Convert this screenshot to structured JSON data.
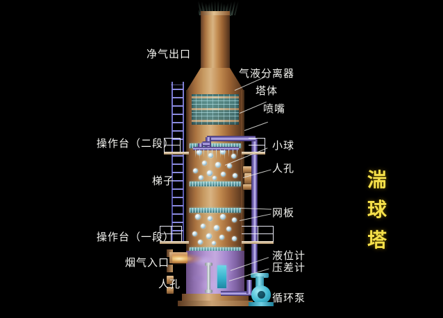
{
  "title": {
    "vertical_chars": [
      "湍",
      "球",
      "塔"
    ],
    "color": "#f5e04a"
  },
  "background_color": "#000000",
  "label_color": "#f2f2ee",
  "labels": {
    "clean_gas_outlet": "净气出口",
    "gas_liquid_separator": "气液分离器",
    "tower_shell": "塔体",
    "nozzle": "喷嘴",
    "platform_stage2": "操作台（二段）",
    "ball": "小球",
    "manhole_upper": "人孔",
    "ladder": "梯子",
    "mesh_plate": "网板",
    "platform_stage1": "操作台（一段）",
    "level_gauge": "液位计",
    "differential_pressure_gauge": "压差计",
    "flue_gas_inlet": "烟气入口",
    "manhole_lower": "人孔",
    "circulation_pump": "循环泵"
  },
  "components": {
    "stack": "chimney-stack",
    "cone": "reducer-cone",
    "body": "tower-body",
    "demister": "demister-mesh-block",
    "sump": "liquid-sump",
    "pump": "circulation-pump",
    "spray_header": "spray-header-pipe",
    "riser": "recirculation-riser-pipe",
    "ladder": "access-ladder",
    "plume": "exhaust-plume"
  },
  "colors": {
    "shell_brown": "#c28b50",
    "liquid_purple": "#b596d4",
    "mesh_teal": "#37b3cd",
    "pipe_purple": "#8d7fd0",
    "pump_cyan": "#3fb8d1",
    "flame_orange": "#ffcd6e",
    "title_yellow": "#f5e04a"
  },
  "counts": {
    "mesh_plates": 4,
    "balls": 26,
    "platforms": 2,
    "manholes": 2
  }
}
